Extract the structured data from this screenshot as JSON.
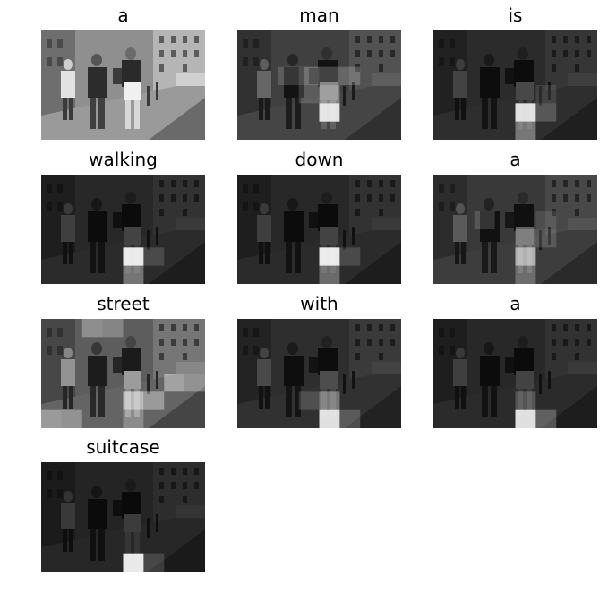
{
  "panels": [
    {
      "word": "a",
      "overlay_opacity": 0.0,
      "hot": []
    },
    {
      "word": "man",
      "overlay_opacity": 0.55,
      "hot": [
        [
          4,
          4,
          0.85
        ],
        [
          4,
          3,
          0.35
        ],
        [
          3,
          2,
          0.25
        ],
        [
          4,
          2,
          0.2
        ],
        [
          5,
          2,
          0.2
        ],
        [
          2,
          2,
          0.15
        ],
        [
          3,
          3,
          0.15
        ]
      ]
    },
    {
      "word": "is",
      "overlay_opacity": 0.7,
      "hot": [
        [
          4,
          4,
          0.85
        ],
        [
          4,
          5,
          0.35
        ],
        [
          5,
          4,
          0.2
        ],
        [
          5,
          3,
          0.1
        ]
      ]
    },
    {
      "word": "walking",
      "overlay_opacity": 0.72,
      "hot": [
        [
          4,
          4,
          0.9
        ],
        [
          4,
          5,
          0.35
        ],
        [
          5,
          4,
          0.15
        ]
      ]
    },
    {
      "word": "down",
      "overlay_opacity": 0.72,
      "hot": [
        [
          4,
          4,
          0.9
        ],
        [
          4,
          5,
          0.3
        ],
        [
          5,
          4,
          0.15
        ]
      ]
    },
    {
      "word": "a",
      "overlay_opacity": 0.6,
      "hot": [
        [
          4,
          4,
          0.6
        ],
        [
          4,
          5,
          0.25
        ],
        [
          4,
          3,
          0.2
        ],
        [
          2,
          2,
          0.15
        ],
        [
          5,
          3,
          0.15
        ],
        [
          5,
          2,
          0.1
        ]
      ]
    },
    {
      "word": "street",
      "overlay_opacity": 0.35,
      "hot": [
        [
          0,
          5,
          0.35
        ],
        [
          1,
          5,
          0.3
        ],
        [
          2,
          0,
          0.3
        ],
        [
          3,
          0,
          0.25
        ],
        [
          4,
          4,
          0.55
        ],
        [
          5,
          4,
          0.35
        ],
        [
          6,
          3,
          0.4
        ],
        [
          7,
          3,
          0.3
        ],
        [
          4,
          5,
          0.25
        ]
      ]
    },
    {
      "word": "with",
      "overlay_opacity": 0.68,
      "hot": [
        [
          4,
          5,
          0.85
        ],
        [
          4,
          4,
          0.35
        ],
        [
          5,
          5,
          0.2
        ],
        [
          3,
          4,
          0.15
        ]
      ]
    },
    {
      "word": "a",
      "overlay_opacity": 0.72,
      "hot": [
        [
          4,
          5,
          0.85
        ],
        [
          5,
          5,
          0.25
        ],
        [
          4,
          4,
          0.2
        ]
      ]
    },
    {
      "word": "suitcase",
      "overlay_opacity": 0.75,
      "hot": [
        [
          4,
          5,
          0.9
        ],
        [
          4,
          6,
          0.3
        ],
        [
          5,
          5,
          0.15
        ]
      ]
    }
  ]
}
